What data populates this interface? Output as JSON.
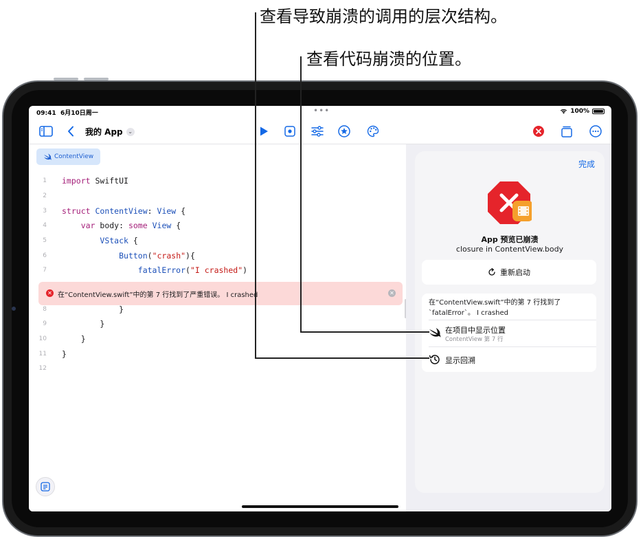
{
  "callouts": {
    "hierarchy": "查看导致崩溃的调用的层次结构。",
    "location": "查看代码崩溃的位置。"
  },
  "statusbar": {
    "time": "09:41",
    "date": "6月10日周一",
    "battery": "100%"
  },
  "toolbar": {
    "app_title": "我的 App",
    "icons": [
      "sidebar-icon",
      "back-chevron-icon",
      "play-icon",
      "record-icon",
      "sliders-icon",
      "star-icon",
      "palette-icon",
      "error-icon",
      "windows-icon",
      "more-icon"
    ]
  },
  "editor": {
    "file_tab": "ContentView",
    "lines": [
      {
        "n": "1",
        "code": "import SwiftUI"
      },
      {
        "n": "2",
        "code": ""
      },
      {
        "n": "3",
        "code": "struct ContentView: View {"
      },
      {
        "n": "4",
        "code": "    var body: some View {"
      },
      {
        "n": "5",
        "code": "        VStack {"
      },
      {
        "n": "6",
        "code": "            Button(\"crash\"){"
      },
      {
        "n": "7",
        "code": "                fatalError(\"I crashed\")"
      },
      {
        "n": "8",
        "code": "            }"
      },
      {
        "n": "9",
        "code": "        }"
      },
      {
        "n": "10",
        "code": "    }"
      },
      {
        "n": "11",
        "code": "}"
      },
      {
        "n": "12",
        "code": ""
      }
    ],
    "error_banner": "在“ContentView.swift”中的第 7 行找到了严重错误。 I crashed"
  },
  "preview": {
    "done": "完成",
    "crash_title": "App 预览已崩溃",
    "crash_subtitle": "closure in ContentView.body",
    "restart": "重新启动",
    "detail_message": "在“ContentView.swift”中的第 7 行找到了`fatalError`。 I crashed",
    "show_location": "在项目中显示位置",
    "show_location_sub": "ContentView 第 7 行",
    "show_backtrace": "显示回溯"
  },
  "colors": {
    "accent": "#1469e6",
    "error": "#e5242b",
    "error_banner": "#fcd9d8",
    "swift_orange": "#f5a02c"
  }
}
